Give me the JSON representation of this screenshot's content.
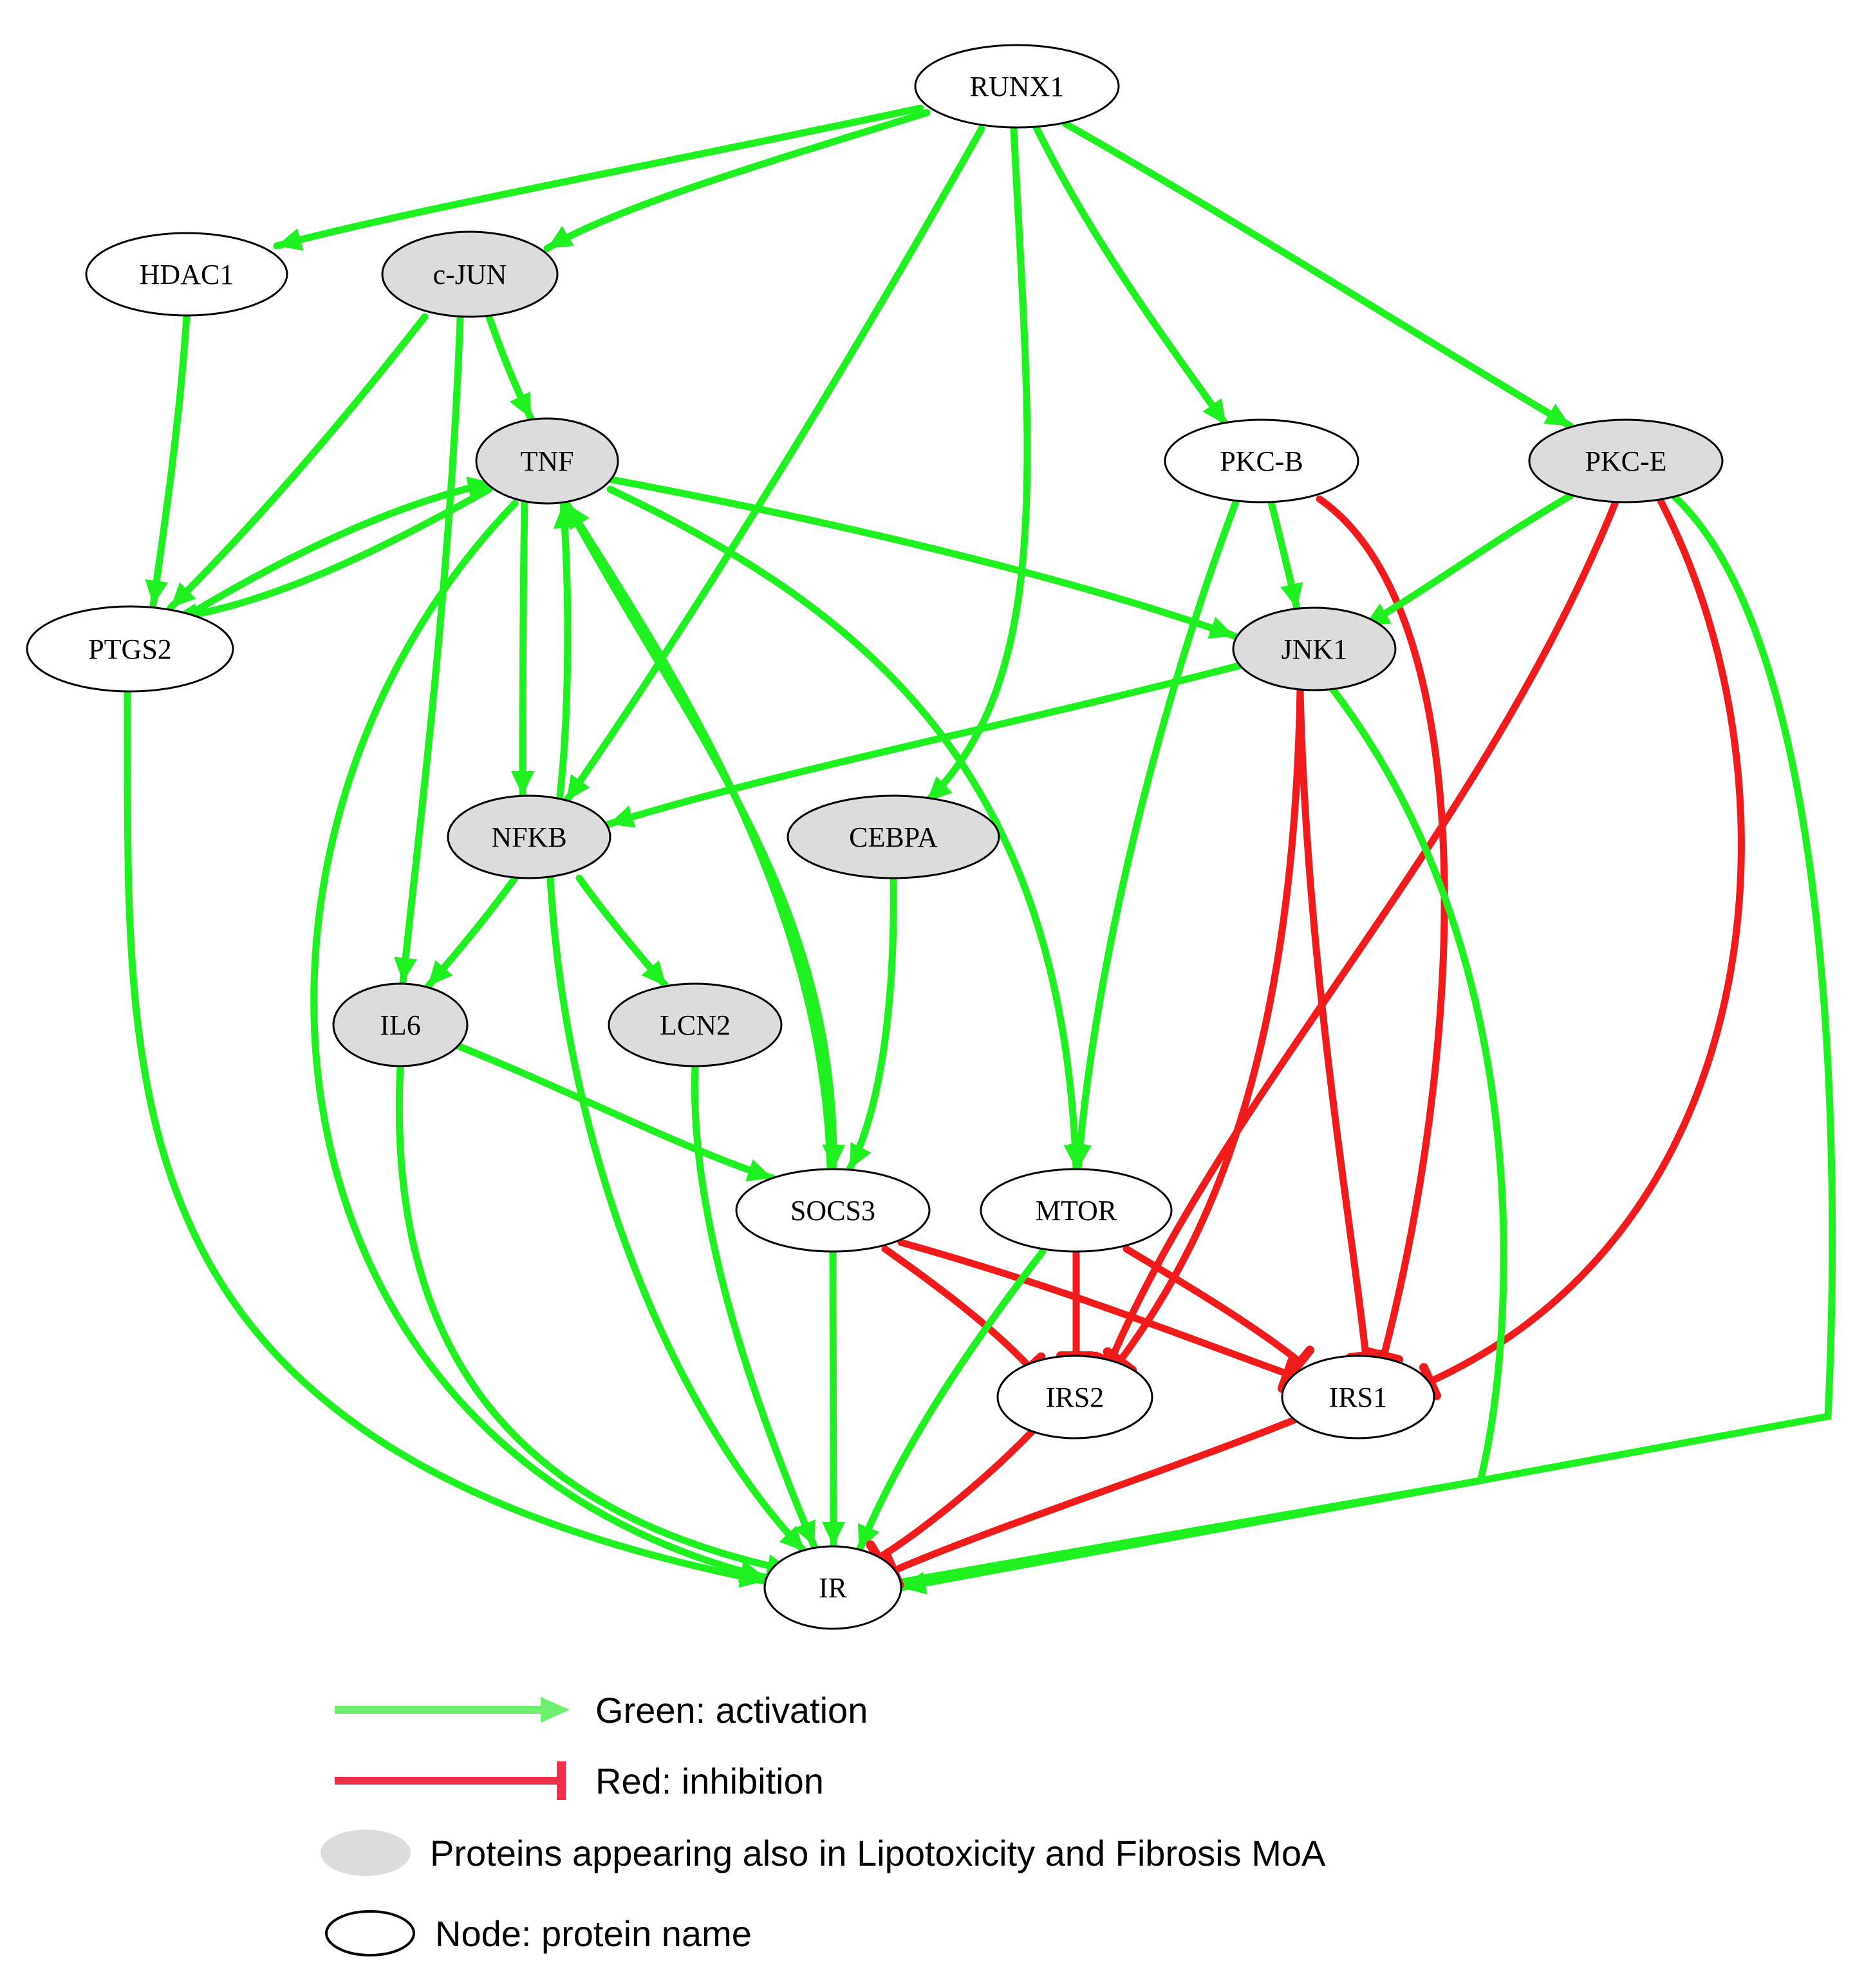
{
  "colors": {
    "activation": "#1ff01f",
    "inhibition": "#f21b1b",
    "shared_fill": "#dcdcdc",
    "plain_fill": "#ffffff",
    "outline": "#000000",
    "legend_activation": "#6ef06e",
    "legend_inhibition": "#f0304a"
  },
  "nodes": [
    {
      "id": "RUNX1",
      "label": "RUNX1",
      "shared": false
    },
    {
      "id": "HDAC1",
      "label": "HDAC1",
      "shared": false
    },
    {
      "id": "CJUN",
      "label": "c-JUN",
      "shared": true
    },
    {
      "id": "TNF",
      "label": "TNF",
      "shared": true
    },
    {
      "id": "PKCB",
      "label": "PKC-B",
      "shared": false
    },
    {
      "id": "PKCE",
      "label": "PKC-E",
      "shared": true
    },
    {
      "id": "PTGS2",
      "label": "PTGS2",
      "shared": false
    },
    {
      "id": "JNK1",
      "label": "JNK1",
      "shared": true
    },
    {
      "id": "NFKB",
      "label": "NFKB",
      "shared": true
    },
    {
      "id": "CEBPA",
      "label": "CEBPA",
      "shared": true
    },
    {
      "id": "IL6",
      "label": "IL6",
      "shared": true
    },
    {
      "id": "LCN2",
      "label": "LCN2",
      "shared": true
    },
    {
      "id": "SOCS3",
      "label": "SOCS3",
      "shared": false
    },
    {
      "id": "MTOR",
      "label": "MTOR",
      "shared": false
    },
    {
      "id": "IRS2",
      "label": "IRS2",
      "shared": false
    },
    {
      "id": "IRS1",
      "label": "IRS1",
      "shared": false
    },
    {
      "id": "IR",
      "label": "IR",
      "shared": false
    }
  ],
  "edges": [
    {
      "from": "RUNX1",
      "to": "HDAC1",
      "type": "activation"
    },
    {
      "from": "RUNX1",
      "to": "CJUN",
      "type": "activation"
    },
    {
      "from": "RUNX1",
      "to": "NFKB",
      "type": "activation"
    },
    {
      "from": "RUNX1",
      "to": "CEBPA",
      "type": "activation"
    },
    {
      "from": "RUNX1",
      "to": "PKCB",
      "type": "activation"
    },
    {
      "from": "RUNX1",
      "to": "PKCE",
      "type": "activation"
    },
    {
      "from": "HDAC1",
      "to": "PTGS2",
      "type": "activation"
    },
    {
      "from": "CJUN",
      "to": "PTGS2",
      "type": "activation"
    },
    {
      "from": "CJUN",
      "to": "TNF",
      "type": "activation"
    },
    {
      "from": "CJUN",
      "to": "IL6",
      "type": "activation"
    },
    {
      "from": "TNF",
      "to": "PTGS2",
      "type": "activation"
    },
    {
      "from": "PTGS2",
      "to": "TNF",
      "type": "activation"
    },
    {
      "from": "TNF",
      "to": "NFKB",
      "type": "activation"
    },
    {
      "from": "NFKB",
      "to": "TNF",
      "type": "activation"
    },
    {
      "from": "TNF",
      "to": "JNK1",
      "type": "activation"
    },
    {
      "from": "TNF",
      "to": "MTOR",
      "type": "activation"
    },
    {
      "from": "TNF",
      "to": "IR",
      "type": "activation"
    },
    {
      "from": "SOCS3",
      "to": "TNF",
      "type": "activation"
    },
    {
      "from": "TNF",
      "to": "SOCS3",
      "type": "activation"
    },
    {
      "from": "PKCB",
      "to": "JNK1",
      "type": "activation"
    },
    {
      "from": "PKCB",
      "to": "MTOR",
      "type": "activation"
    },
    {
      "from": "PKCB",
      "to": "IRS1",
      "type": "inhibition"
    },
    {
      "from": "PKCE",
      "to": "JNK1",
      "type": "activation"
    },
    {
      "from": "PKCE",
      "to": "IRS2",
      "type": "inhibition"
    },
    {
      "from": "PKCE",
      "to": "IRS1",
      "type": "inhibition"
    },
    {
      "from": "PKCE",
      "to": "IR",
      "type": "activation"
    },
    {
      "from": "PTGS2",
      "to": "IR",
      "type": "activation"
    },
    {
      "from": "JNK1",
      "to": "NFKB",
      "type": "activation"
    },
    {
      "from": "JNK1",
      "to": "IRS2",
      "type": "inhibition"
    },
    {
      "from": "JNK1",
      "to": "IRS1",
      "type": "inhibition"
    },
    {
      "from": "JNK1",
      "to": "IR",
      "type": "activation"
    },
    {
      "from": "NFKB",
      "to": "IL6",
      "type": "activation"
    },
    {
      "from": "NFKB",
      "to": "LCN2",
      "type": "activation"
    },
    {
      "from": "NFKB",
      "to": "IR",
      "type": "activation"
    },
    {
      "from": "CEBPA",
      "to": "SOCS3",
      "type": "activation"
    },
    {
      "from": "IL6",
      "to": "SOCS3",
      "type": "activation"
    },
    {
      "from": "IL6",
      "to": "IR",
      "type": "activation"
    },
    {
      "from": "LCN2",
      "to": "IR",
      "type": "activation"
    },
    {
      "from": "SOCS3",
      "to": "IR",
      "type": "activation"
    },
    {
      "from": "SOCS3",
      "to": "IRS2",
      "type": "inhibition"
    },
    {
      "from": "SOCS3",
      "to": "IRS1",
      "type": "inhibition"
    },
    {
      "from": "MTOR",
      "to": "IR",
      "type": "activation"
    },
    {
      "from": "MTOR",
      "to": "IRS2",
      "type": "inhibition"
    },
    {
      "from": "MTOR",
      "to": "IRS1",
      "type": "inhibition"
    },
    {
      "from": "IRS2",
      "to": "IR",
      "type": "inhibition"
    },
    {
      "from": "IRS1",
      "to": "IR",
      "type": "inhibition"
    }
  ],
  "legend": {
    "activation": "Green: activation",
    "inhibition": "Red: inhibition",
    "shared": "Proteins appearing also in Lipotoxicity and Fibrosis MoA",
    "node": "Node: protein name"
  }
}
